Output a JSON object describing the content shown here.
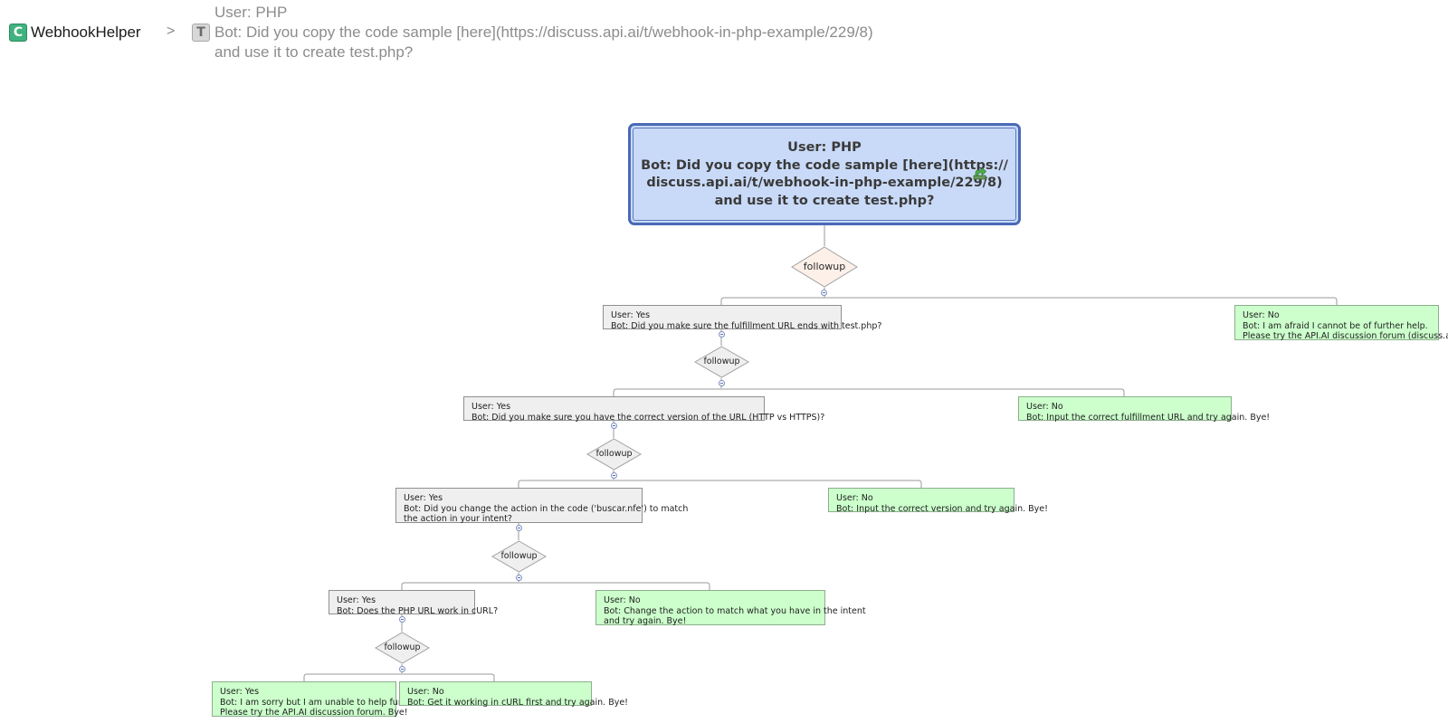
{
  "breadcrumb": {
    "root_icon_glyph": "C",
    "root_label": "WebhookHelper",
    "separator": ">",
    "intent_icon_glyph": "T",
    "intent_lines": [
      "User: PHP",
      "Bot: Did you copy the code sample [here](https://discuss.api.ai/t/webhook-in-php-example/229/8)",
      "and use it to create test.php?"
    ]
  },
  "diagram": {
    "root": {
      "lines": [
        "User: PHP",
        "Bot: Did you copy the code sample [here](https://",
        "discuss.api.ai/t/webhook-in-php-example/229/8)",
        "and use it to create test.php?"
      ],
      "icon": "export-arrow-icon"
    },
    "decisions": [
      {
        "label": "followup"
      },
      {
        "label": "followup"
      },
      {
        "label": "followup"
      },
      {
        "label": "followup"
      },
      {
        "label": "followup"
      }
    ],
    "nodes": [
      {
        "lines": [
          "User: Yes",
          "Bot: Did you make sure the fulfillment URL ends with test.php?"
        ]
      },
      {
        "lines": [
          "User: No",
          "Bot: I am afraid I cannot be of further help.",
          "Please try the API.AI discussion forum (discuss.api.ai)"
        ]
      },
      {
        "lines": [
          "User: Yes",
          "Bot: Did you make sure you have the correct version of the URL (HTTP vs HTTPS)?"
        ]
      },
      {
        "lines": [
          "User: No",
          "Bot: Input the correct fulfillment URL and try again. Bye!"
        ]
      },
      {
        "lines": [
          "User: Yes",
          "Bot: Did you change the action in the code ('buscar.nfe') to match",
          "the action in your intent?"
        ]
      },
      {
        "lines": [
          "User: No",
          "Bot: Input the correct version and try again. Bye!"
        ]
      },
      {
        "lines": [
          "User: Yes",
          "Bot: Does the PHP URL work in cURL?"
        ]
      },
      {
        "lines": [
          "User: No",
          "Bot: Change the action to match what you have in the intent",
          "and try again. Bye!"
        ]
      },
      {
        "lines": [
          "User: Yes",
          "Bot: I am sorry but I am unable to help further.",
          "Please try the API.AI discussion forum. Bye!"
        ]
      },
      {
        "lines": [
          "User: No",
          "Bot: Get it working in cURL first and try again. Bye!"
        ]
      }
    ]
  },
  "colors": {
    "root_fill": "#c9daf8",
    "root_border": "#4a6ab8",
    "decision_root_fill": "#fdf0e8",
    "decision_fill": "#efefef",
    "node_grey": "#efefef",
    "node_green": "#ccffcc",
    "connector": "#9a9a9a"
  }
}
